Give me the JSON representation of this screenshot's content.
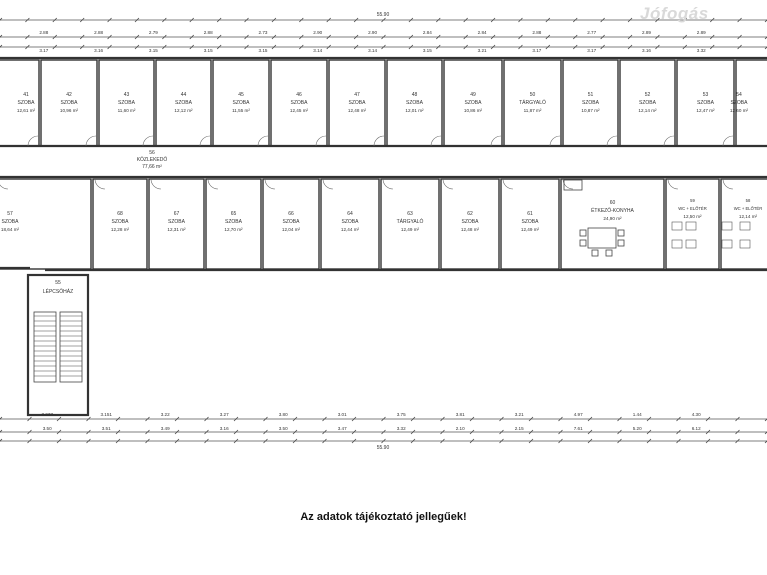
{
  "watermark": {
    "text": "Jófogás"
  },
  "floor_plan": {
    "top_overall_dim": "55.90",
    "bottom_overall_dim": "55.90",
    "top_room_row": [
      {
        "num": "41",
        "name": "SZOBA",
        "area": "12,61 m²"
      },
      {
        "num": "42",
        "name": "SZOBA",
        "area": "10,96 m²"
      },
      {
        "num": "43",
        "name": "SZOBA",
        "area": "11,60 m²"
      },
      {
        "num": "44",
        "name": "SZOBA",
        "area": "12,12 m²"
      },
      {
        "num": "45",
        "name": "SZOBA",
        "area": "11,55 m²"
      },
      {
        "num": "46",
        "name": "SZOBA",
        "area": "12,45 m²"
      },
      {
        "num": "47",
        "name": "SZOBA",
        "area": "12,48 m²"
      },
      {
        "num": "48",
        "name": "SZOBA",
        "area": "12,01 m²"
      },
      {
        "num": "49",
        "name": "SZOBA",
        "area": "10,86 m²"
      },
      {
        "num": "50",
        "name": "TÁRGYALÓ",
        "area": "11,87 m²"
      },
      {
        "num": "51",
        "name": "SZOBA",
        "area": "10,87 m²"
      },
      {
        "num": "52",
        "name": "SZOBA",
        "area": "12,14 m²"
      },
      {
        "num": "53",
        "name": "SZOBA",
        "area": "12,47 m²"
      },
      {
        "num": "54",
        "name": "SZOBA",
        "area": "12,60 m²"
      }
    ],
    "corridor": {
      "num": "56",
      "name": "KÖZLEKEDŐ",
      "area": "77,66 m²"
    },
    "bottom_room_row": [
      {
        "num": "57",
        "name": "SZOBA",
        "area": "18,64 m²"
      },
      {
        "num": "68",
        "name": "SZOBA",
        "area": "12,28 m²"
      },
      {
        "num": "67",
        "name": "SZOBA",
        "area": "12,31 m²"
      },
      {
        "num": "65",
        "name": "SZOBA",
        "area": "12,70 m²"
      },
      {
        "num": "66",
        "name": "SZOBA",
        "area": "12,04 m²"
      },
      {
        "num": "64",
        "name": "SZOBA",
        "area": "12,44 m²"
      },
      {
        "num": "63",
        "name": "TÁRGYALÓ",
        "area": "12,49 m²"
      },
      {
        "num": "62",
        "name": "SZOBA",
        "area": "12,48 m²"
      },
      {
        "num": "61",
        "name": "SZOBA",
        "area": "12,49 m²"
      },
      {
        "num": "60",
        "name": "ÉTKEZŐ-KONYHA",
        "area": "24,90 m²"
      },
      {
        "num": "59",
        "name": "WC + ELŐTÉR",
        "area": "12,50 m²"
      },
      {
        "num": "58",
        "name": "WC + ELŐTÉR",
        "area": "12,14 m²"
      }
    ],
    "stair": {
      "num": "55",
      "name": "LÉPCSŐHÁZ"
    },
    "top_dims_row1": [
      "2.88",
      "2.88",
      "2.79",
      "2.88",
      "2.73",
      "2.90",
      "2.90",
      "2.84",
      "2.84",
      "2.88",
      "2.77",
      "2.89",
      "2.89"
    ],
    "top_dims_row2": [
      "3.17",
      "3.16",
      "3.15",
      "3.15",
      "3.15",
      "3.14",
      "3.14",
      "3.15",
      "3.21",
      "3.17",
      "3.17",
      "3.16",
      "3.32"
    ],
    "bottom_dims_row1": [
      "3.237",
      "3.151",
      "3.22",
      "3.27",
      "3.80",
      "3.01",
      "3.75",
      "3.81",
      "3.21",
      "4.97",
      "1.44",
      "4.30"
    ],
    "bottom_dims_row2": [
      "3.50",
      "3.51",
      "3.49",
      "3.16",
      "3.50",
      "3.47",
      "3.32",
      "2.10",
      "2.15",
      "7.61",
      "5.20",
      "6.12"
    ]
  },
  "disclaimer": "Az adatok tájékoztató jellegűek!"
}
